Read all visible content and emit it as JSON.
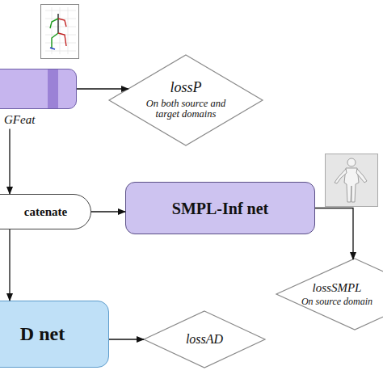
{
  "diagram": {
    "nodes": [
      {
        "text": [
          "GFeat"
        ]
      },
      {
        "text": [
          "lossP",
          "On both source and target domains"
        ]
      },
      {
        "text": [
          "catenate"
        ]
      },
      {
        "text": [
          "SMPL-Inf net"
        ]
      },
      {
        "text": [
          "lossSMPL",
          "On source domain"
        ]
      },
      {
        "text": [
          "D net"
        ]
      },
      {
        "text": [
          "lossAD"
        ]
      }
    ],
    "edges": [
      {
        "from": 0,
        "to": 1,
        "arrow": "to"
      },
      {
        "from": 0,
        "to": 2,
        "arrow": "to"
      },
      {
        "from": 2,
        "to": 3,
        "arrow": "to"
      },
      {
        "from": 3,
        "to": 4,
        "arrow": "to"
      },
      {
        "from": 2,
        "to": 5,
        "arrow": "to"
      },
      {
        "from": 5,
        "to": 6,
        "arrow": "to"
      }
    ]
  }
}
